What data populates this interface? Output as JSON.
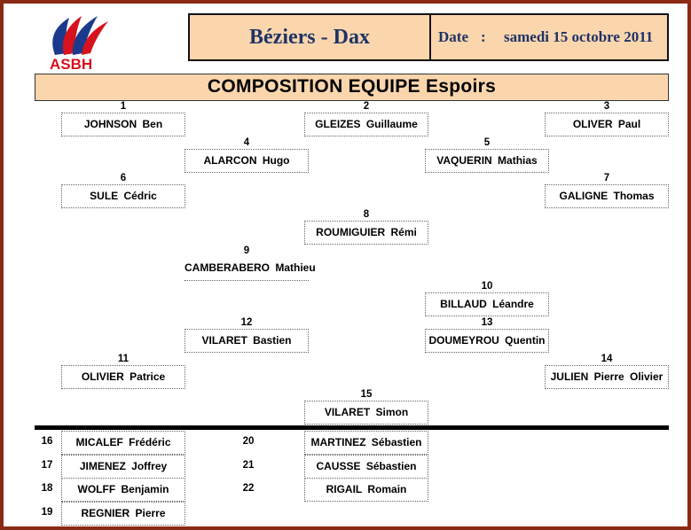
{
  "header": {
    "match": "Béziers - Dax",
    "date_label": "Date",
    "date_colon": ":",
    "date_value": "samedi 15 octobre 2011",
    "logo_text": "ASBH",
    "logo_colors": {
      "red": "#d6121f",
      "blue": "#1b3a8c"
    }
  },
  "composition_title": "COMPOSITION  EQUIPE  Espoirs",
  "starters": [
    {
      "number": "1",
      "name": "JOHNSON Ben"
    },
    {
      "number": "2",
      "name": "GLEIZES Guillaume"
    },
    {
      "number": "3",
      "name": "OLIVER Paul"
    },
    {
      "number": "4",
      "name": "ALARCON Hugo"
    },
    {
      "number": "5",
      "name": "VAQUERIN Mathias"
    },
    {
      "number": "6",
      "name": "SULE Cédric"
    },
    {
      "number": "7",
      "name": "GALIGNE Thomas"
    },
    {
      "number": "8",
      "name": "ROUMIGUIER Rémi"
    },
    {
      "number": "9",
      "name": "CAMBERABERO Mathieu"
    },
    {
      "number": "10",
      "name": "BILLAUD Léandre"
    },
    {
      "number": "12",
      "name": "VILARET Bastien"
    },
    {
      "number": "13",
      "name": "DOUMEYROU Quentin"
    },
    {
      "number": "11",
      "name": "OLIVIER Patrice"
    },
    {
      "number": "14",
      "name": "JULIEN Pierre Olivier"
    },
    {
      "number": "15",
      "name": "VILARET Simon"
    }
  ],
  "substitutes": [
    {
      "number": "16",
      "name": "MICALEF Frédéric"
    },
    {
      "number": "17",
      "name": "JIMENEZ Joffrey"
    },
    {
      "number": "18",
      "name": "WOLFF Benjamin"
    },
    {
      "number": "19",
      "name": "REGNIER Pierre"
    },
    {
      "number": "20",
      "name": "MARTINEZ Sébastien"
    },
    {
      "number": "21",
      "name": "CAUSSE Sébastien"
    },
    {
      "number": "22",
      "name": "RIGAIL Romain"
    }
  ]
}
